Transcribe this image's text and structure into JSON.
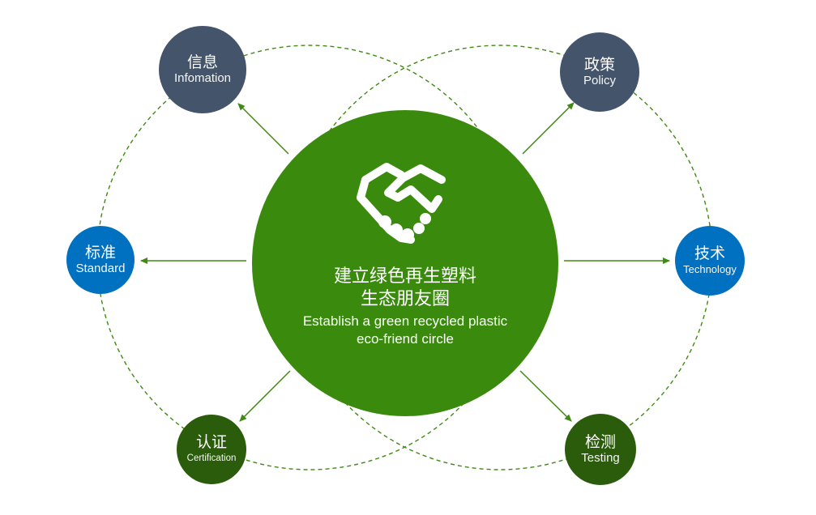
{
  "center": {
    "title_zh_line1": "建立绿色再生塑料",
    "title_zh_line2": "生态朋友圈",
    "title_en_line1": "Establish a green recycled plastic",
    "title_en_line2": "eco-friend circle",
    "icon": "handshake-icon",
    "color": "#3a8a0e"
  },
  "nodes": {
    "information": {
      "zh": "信息",
      "en": "Infomation",
      "color": "#44546a"
    },
    "policy": {
      "zh": "政策",
      "en": "Policy",
      "color": "#44546a"
    },
    "standard": {
      "zh": "标准",
      "en": "Standard",
      "color": "#0070c0"
    },
    "technology": {
      "zh": "技术",
      "en": "Technology",
      "color": "#0070c0"
    },
    "certification": {
      "zh": "认证",
      "en": "Certification",
      "color": "#2b5c0c"
    },
    "testing": {
      "zh": "检测",
      "en": "Testing",
      "color": "#2b5c0c"
    }
  },
  "colors": {
    "dashed_ring": "#3f8a12",
    "arrow": "#3f8a12"
  }
}
